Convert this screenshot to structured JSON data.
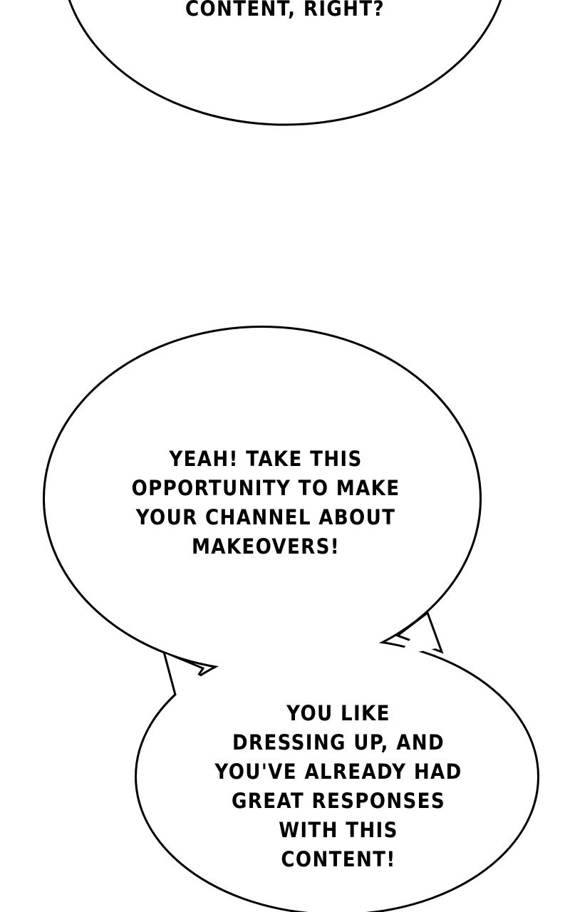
{
  "bubbles": [
    {
      "text": "CONTENT, RIGHT?"
    },
    {
      "text": "YEAH! TAKE THIS\nOPPORTUNITY TO MAKE\nYOUR CHANNEL ABOUT\nMAKEOVERS!"
    },
    {
      "text": "YOU LIKE\nDRESSING UP, AND\nYOU'VE ALREADY HAD\nGREAT RESPONSES\nWITH THIS\nCONTENT!"
    }
  ],
  "colors": {
    "background": "#ffffff",
    "ink": "#000000"
  }
}
